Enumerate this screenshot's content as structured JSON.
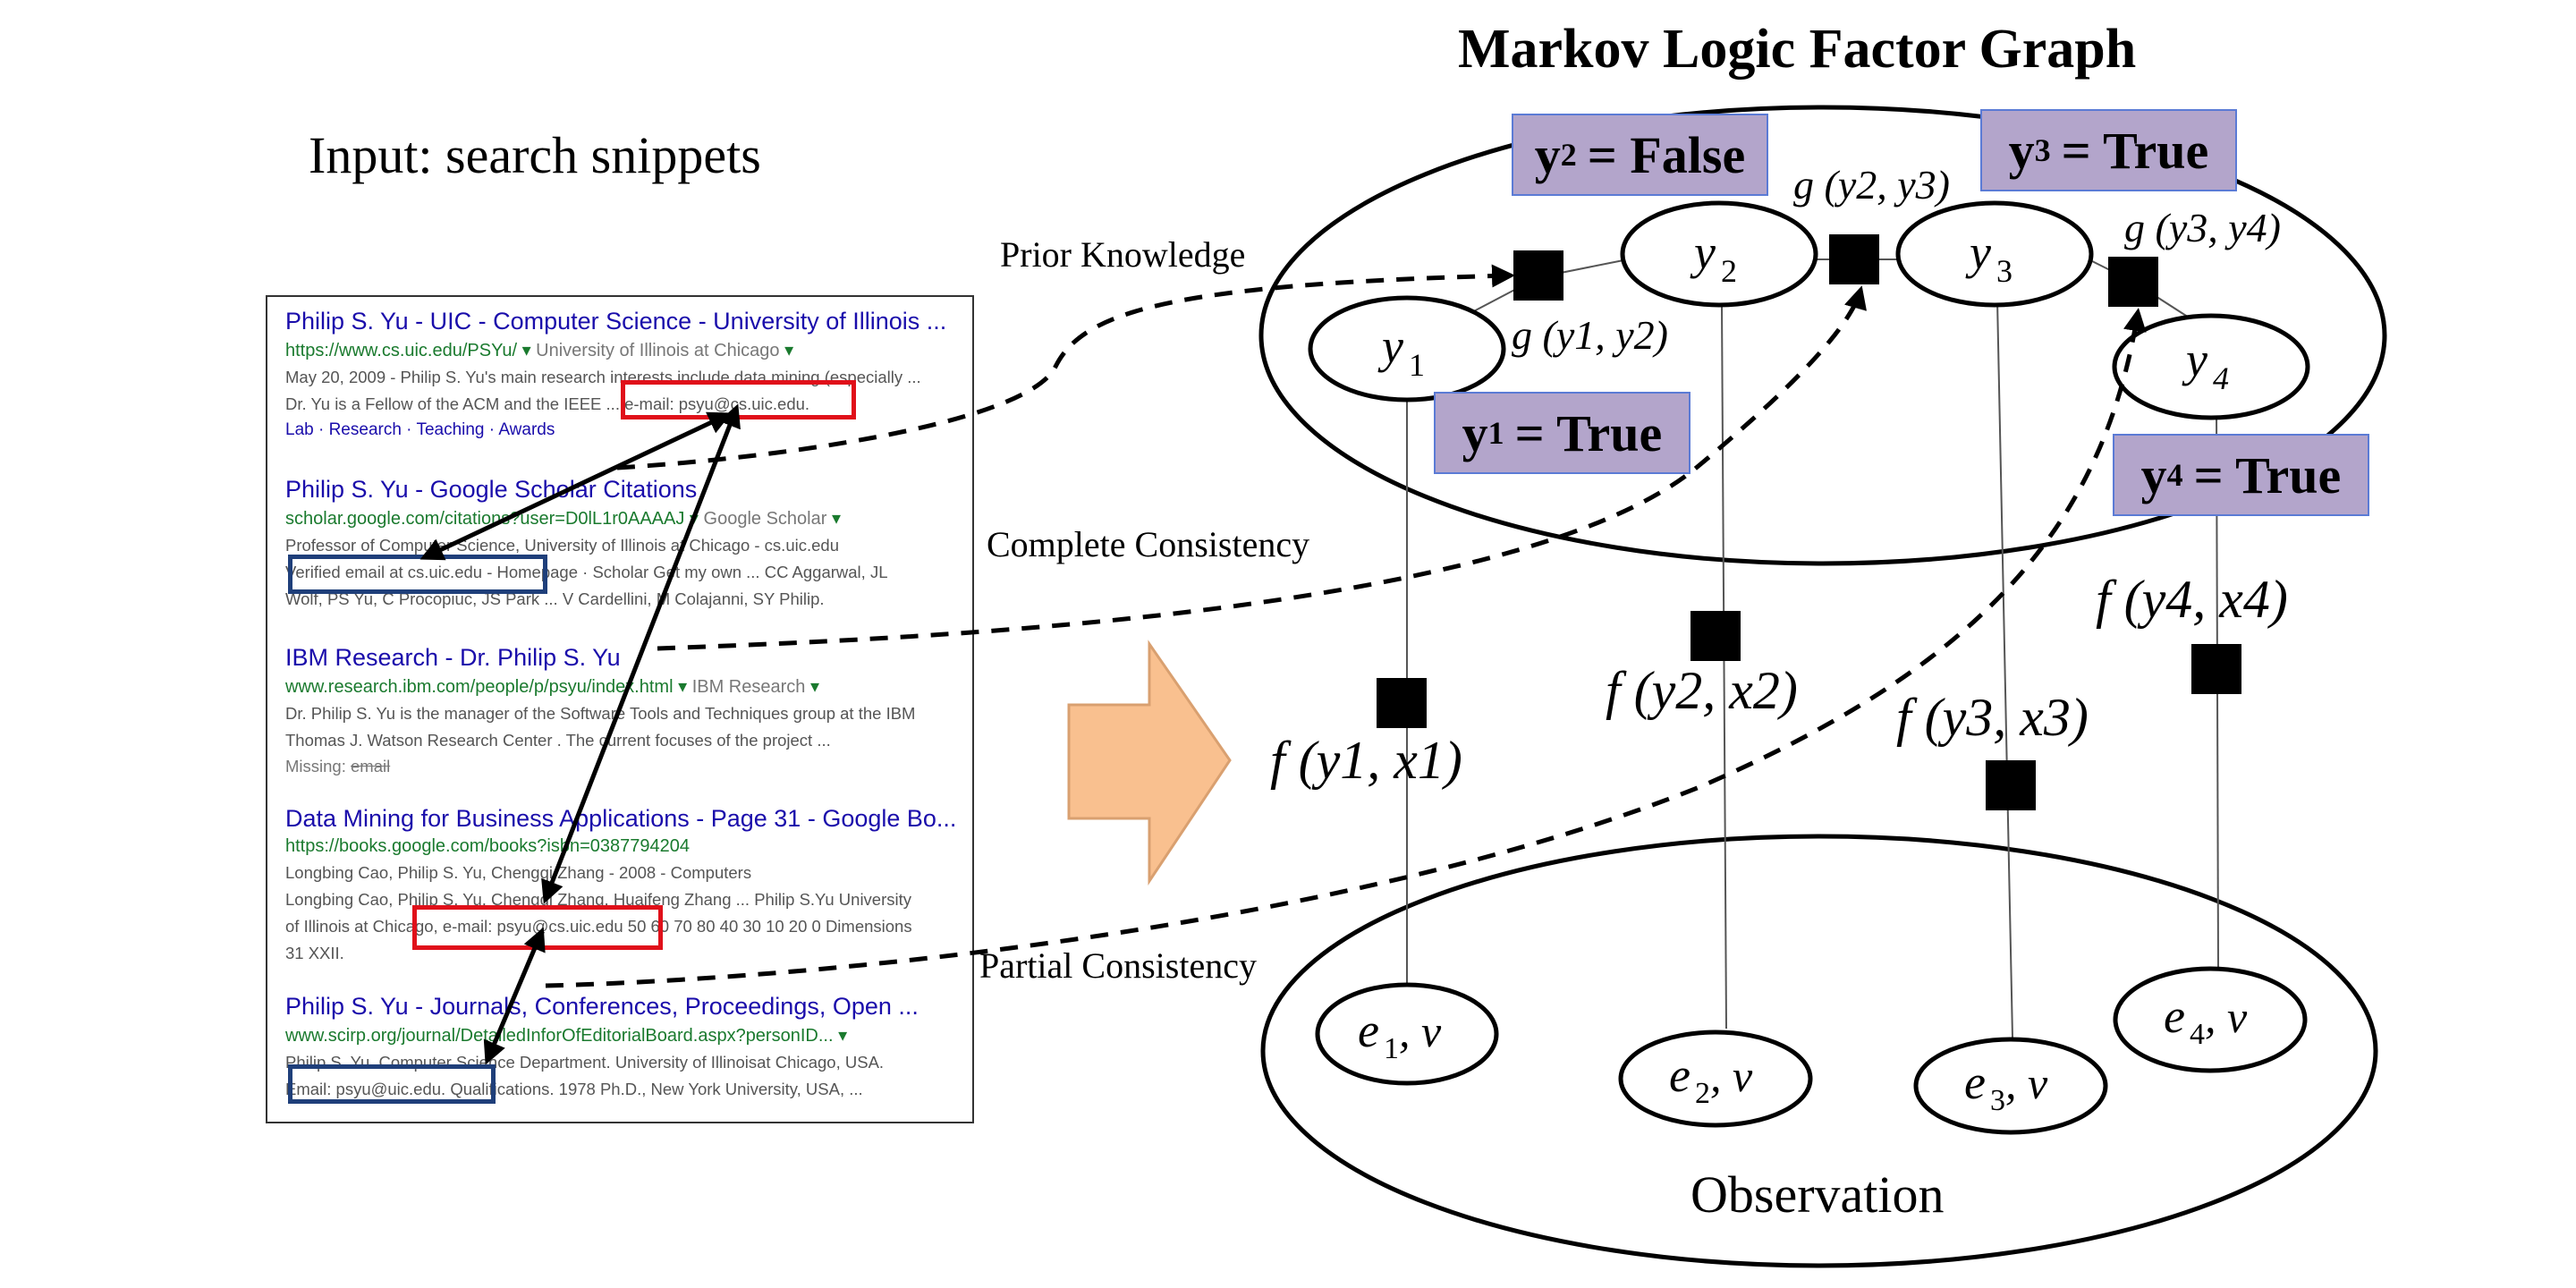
{
  "title": "Markov Logic Factor Graph",
  "input_title": "Input: search snippets",
  "labels": {
    "prior": "Prior Knowledge",
    "complete": "Complete Consistency",
    "partial": "Partial Consistency",
    "observation": "Observation"
  },
  "colors": {
    "box_fill": "#b3a5cb",
    "box_border": "#5b7bd5",
    "highlight_red": "#e0101a",
    "highlight_blue": "#1f3f7a",
    "arrow_fill": "#f9c08f",
    "arrow_stroke": "#d9a070"
  },
  "snippets": [
    {
      "title": "Philip S. Yu - UIC - Computer Science - University of Illinois ...",
      "url": "https://www.cs.uic.edu/PSYu/",
      "source": "University of Illinois at Chicago",
      "lines": [
        "May 20, 2009 - Philip S. Yu's main research interests include data mining (especially ...",
        "Dr. Yu is a Fellow of the ACM and the IEEE ... e-mail: psyu@cs.uic.edu."
      ],
      "links": "Lab · Research · Teaching · Awards"
    },
    {
      "title": "Philip S. Yu - Google Scholar Citations",
      "url": "scholar.google.com/citations?user=D0lL1r0AAAAJ",
      "source": "Google Scholar",
      "lines": [
        "Professor of Computer Science, University of Illinois at Chicago - cs.uic.edu",
        "Verified email at cs.uic.edu - Homepage · Scholar Get my own ... CC Aggarwal, JL",
        "Wolf, PS Yu, C Procopiuc, JS Park ... V Cardellini, M Colajanni, SY Philip."
      ]
    },
    {
      "title": "IBM Research - Dr. Philip S. Yu",
      "url": "www.research.ibm.com/people/p/psyu/index.html",
      "source": "IBM Research",
      "lines": [
        "Dr. Philip S. Yu is the manager of the Software Tools and Techniques group at the IBM",
        "Thomas J. Watson Research Center . The current focuses of the project ..."
      ],
      "missing_label": "Missing:",
      "missing_word": "email"
    },
    {
      "title": "Data Mining for Business Applications - Page 31 - Google Bo...",
      "url": "https://books.google.com/books?isbn=0387794204",
      "lines": [
        "Longbing Cao, Philip S. Yu, Chengqi Zhang - 2008 - Computers",
        "Longbing Cao, Philip S. Yu, Chengqi Zhang, Huaifeng Zhang ... Philip S.Yu University",
        "of Illinois at Chicago, e-mail: psyu@cs.uic.edu 50 60 70 80 40 30 10 20 0 Dimensions",
        "31 XXII."
      ]
    },
    {
      "title": "Philip S. Yu - Journals, Conferences, Proceedings, Open ...",
      "url": "www.scirp.org/journal/DetailedInforOfEditorialBoard.aspx?personID...",
      "lines": [
        "Philip S. Yu. Computer Science Department. University of Illinoisat Chicago, USA.",
        "Email: psyu@uic.edu. Qualifications. 1978 Ph.D., New York University, USA, ..."
      ]
    }
  ],
  "variables": {
    "y1": {
      "name": "y",
      "sub": "1"
    },
    "y2": {
      "name": "y",
      "sub": "2"
    },
    "y3": {
      "name": "y",
      "sub": "3"
    },
    "y4": {
      "name": "y",
      "sub": "4"
    }
  },
  "value_boxes": {
    "y1": {
      "var": "y",
      "sub": "1",
      "value": "= True"
    },
    "y2": {
      "var": "y",
      "sub": "2",
      "value": "= False"
    },
    "y3": {
      "var": "y",
      "sub": "3",
      "value": "= True"
    },
    "y4": {
      "var": "y",
      "sub": "4",
      "value": "= True"
    }
  },
  "observations": [
    {
      "e": "e",
      "sub": "1",
      "v": ", v"
    },
    {
      "e": "e",
      "sub": "2",
      "v": ", v"
    },
    {
      "e": "e",
      "sub": "3",
      "v": ", v"
    },
    {
      "e": "e",
      "sub": "4",
      "v": ", v"
    }
  ],
  "factor_labels": {
    "g12": "g (y1, y2)",
    "g23": "g (y2, y3)",
    "g34": "g (y3, y4)",
    "f1": "f (y1, x1)",
    "f2": "f (y2, x2)",
    "f3": "f (y3, x3)",
    "f4": "f (y4, x4)"
  }
}
